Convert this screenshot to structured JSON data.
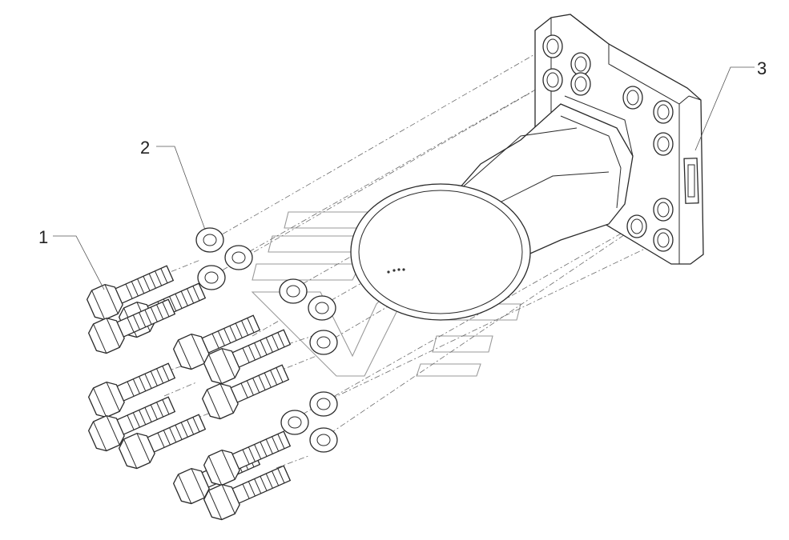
{
  "diagram": {
    "callouts": [
      {
        "id": "bolt",
        "label": "1"
      },
      {
        "id": "washer",
        "label": "2"
      },
      {
        "id": "bracket",
        "label": "3"
      }
    ],
    "colors": {
      "line": "#2a2a2a",
      "dash": "#6b6b6b",
      "watermark": "#9a9a9a",
      "background": "#ffffff"
    }
  }
}
